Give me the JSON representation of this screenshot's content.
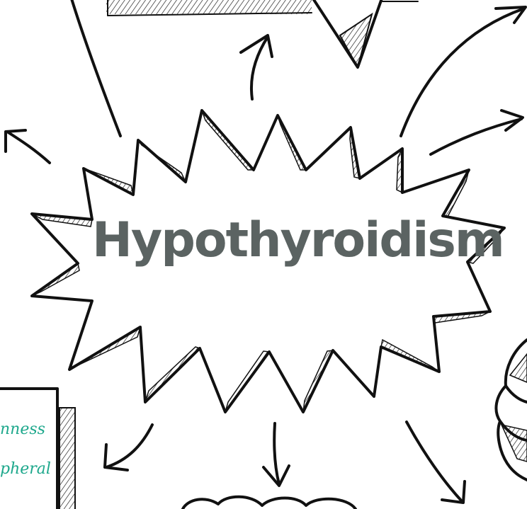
{
  "center_title": "Hypothyroidism",
  "side_note_lines": [
    "nness",
    "pheral"
  ],
  "colors": {
    "ink": "#111111",
    "title": "#5b6362",
    "note_text": "#1ea88c"
  }
}
